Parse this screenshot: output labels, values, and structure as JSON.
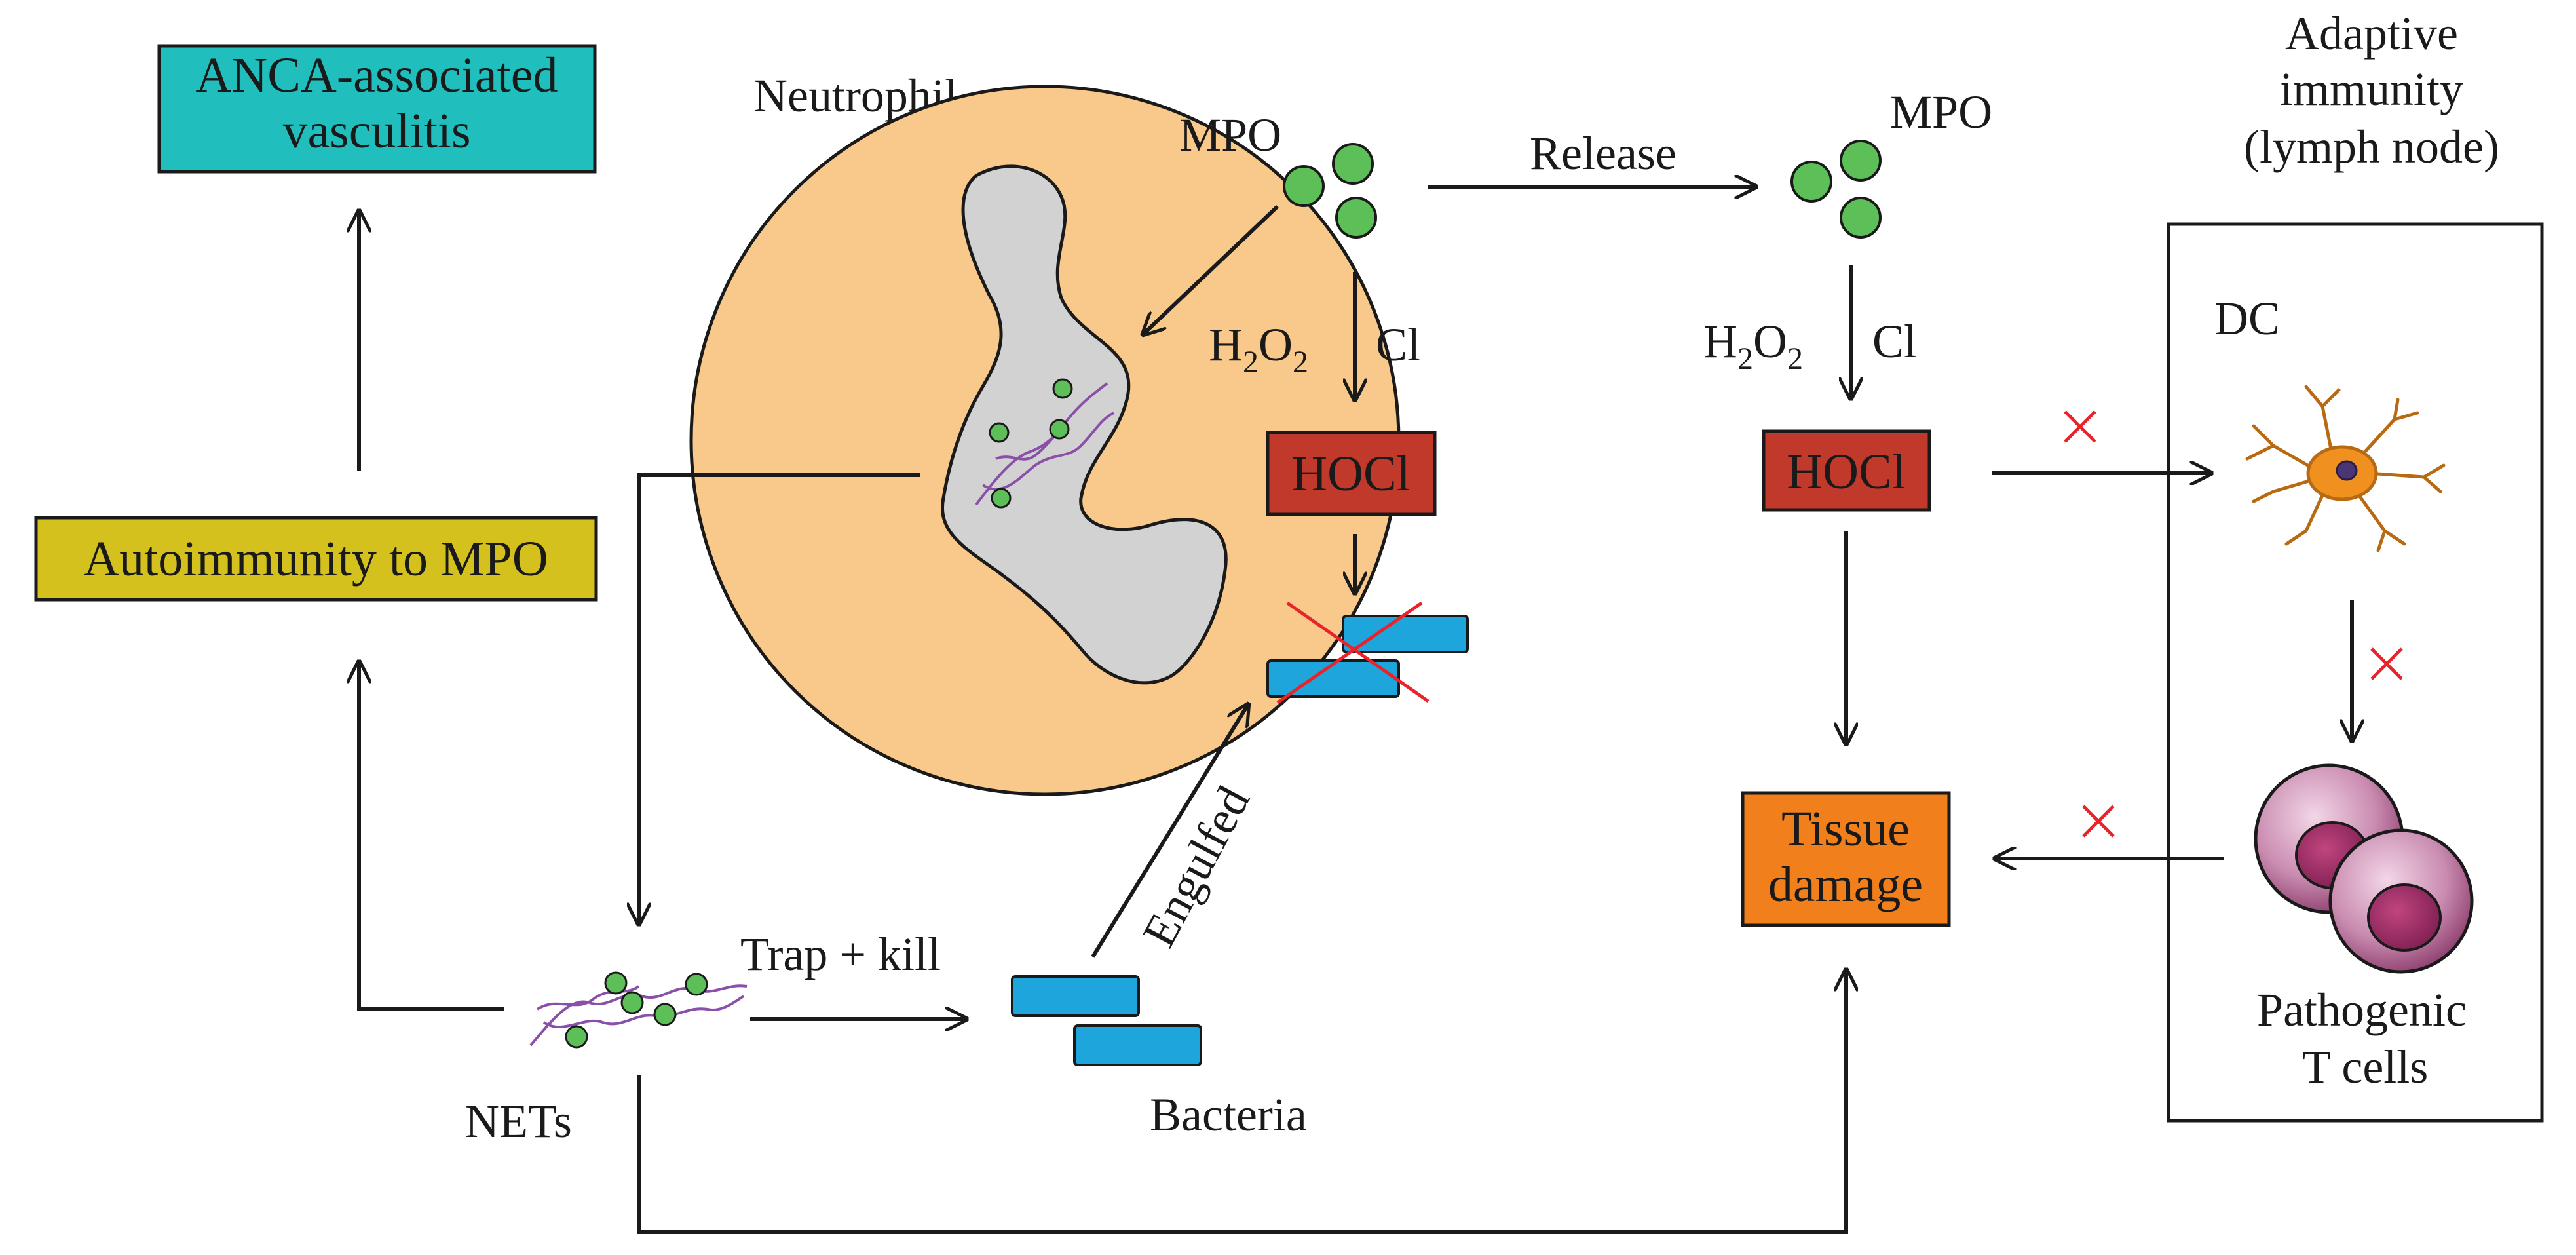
{
  "labels": {
    "anca": [
      "ANCA-associated",
      "vasculitis"
    ],
    "autoimmunity": "Autoimmunity to MPO",
    "neutrophil": "Neutrophil",
    "mpo_inside": "MPO",
    "mpo_outside": "MPO",
    "release": "Release",
    "h2o2_h": "H",
    "h2o2_2a": "2",
    "h2o2_o": "O",
    "h2o2_2b": "2",
    "cl": "Cl",
    "hocl": "HOCl",
    "engulfed": "Engulfed",
    "trap_kill": "Trap + kill",
    "nets": "NETs",
    "bacteria": "Bacteria",
    "tissue_damage": [
      "Tissue",
      "damage"
    ],
    "adaptive": [
      "Adaptive",
      "immunity",
      "(lymph node)"
    ],
    "dc": "DC",
    "pathogenic": [
      "Pathogenic",
      "T cells"
    ]
  },
  "colors": {
    "anca_box": "#20bfbd",
    "autoimmunity_box": "#d4c11e",
    "neutrophil_fill": "#f8c98a",
    "phagosome_fill": "#d2d2d2",
    "mpo_granule": "#5cbf58",
    "hocl_box": "#c0392b",
    "bacteria": "#1ea5dc",
    "tissue_damage_box": "#f07f1c",
    "net_strand": "#8a4fa8",
    "x_mark": "#e8232a",
    "dc_cell": "#f0901e",
    "t_cell": "#9c2f6e"
  },
  "icons": [
    "neutrophil-cell",
    "phagosome",
    "mpo-granules",
    "bacteria-rods",
    "net-strands",
    "dendritic-cell",
    "t-cells",
    "blocked-x-mark"
  ]
}
